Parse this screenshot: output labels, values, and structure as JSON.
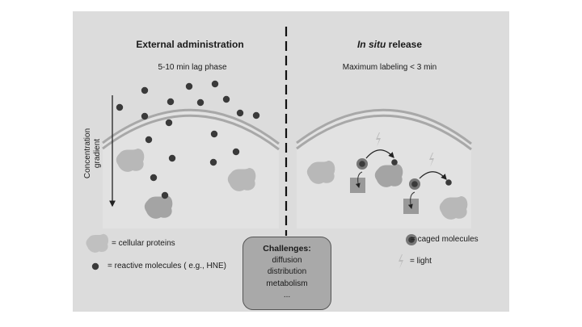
{
  "left_panel": {
    "title": "External administration",
    "subtitle": "5-10 min lag phase",
    "gradient_label_line1": "Concentration",
    "gradient_label_line2": "gradient"
  },
  "right_panel": {
    "title_italic": "In situ",
    "title_rest": " release",
    "subtitle": "Maximum labeling < 3 min"
  },
  "legend": {
    "proteins": "= cellular proteins",
    "reactive": "= reactive molecules ( e.g., HNE)",
    "caged": "= caged molecules",
    "light": "= light"
  },
  "challenges": {
    "title": "Challenges:",
    "items": [
      "diffusion",
      "distribution",
      "metabolism",
      "..."
    ]
  },
  "colors": {
    "background": "#dcdcdc",
    "dot": "#3a3a3a",
    "protein": "#b4b4b4",
    "box": "#a9a9a9"
  }
}
